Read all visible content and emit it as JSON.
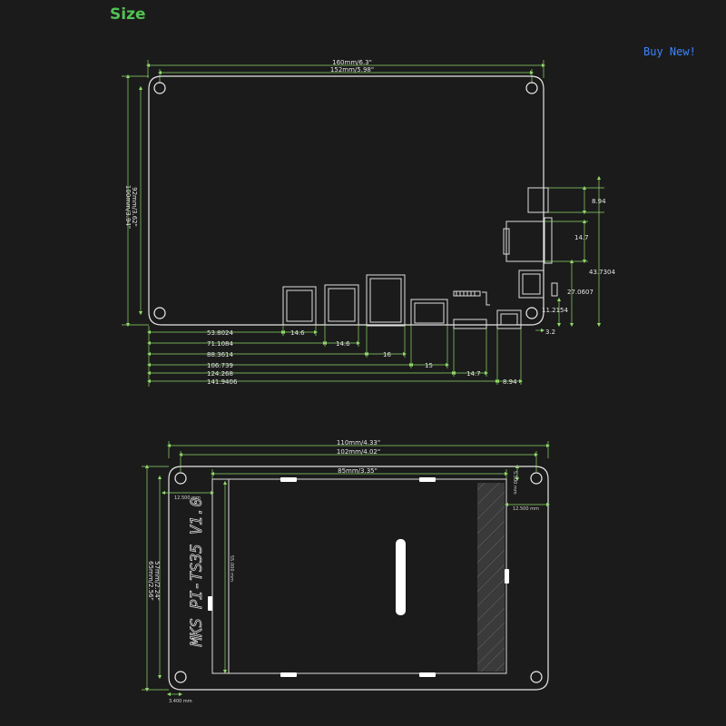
{
  "header": {
    "title": "Size",
    "buy_link": "Buy  New!"
  },
  "top_board": {
    "width_outer": "160mm/6.3\"",
    "width_holes": "152mm/5.98\"",
    "height_outer": "100mm/3.94\"",
    "height_holes": "92mm/3.62\"",
    "horizontal_dims": [
      "53.8024",
      "71.1084",
      "88.3614",
      "106.739",
      "124.268",
      "141.9406"
    ],
    "part_dims": [
      "14.6",
      "14.6",
      "16",
      "15",
      "14.7",
      "8.94"
    ],
    "right_dims": [
      "8.94",
      "14.7",
      "43.7304",
      "27.0607",
      "11.2154",
      "3.2"
    ]
  },
  "bottom_board": {
    "width_outer": "110mm/4.33\"",
    "width_holes": "102mm/4.02\"",
    "screen_width": "85mm/3.35\"",
    "height_holes": "57mm/2.24\"",
    "height_outer": "65mm/2.56\"",
    "screen_height": "55.000 mm",
    "offset_left": "12.500 mm",
    "offset_right": "12.500 mm",
    "offset_top": "5.500 mm",
    "offset_bottom": "3.400 mm",
    "label": "MKS  PI-TS35 V1.0"
  }
}
